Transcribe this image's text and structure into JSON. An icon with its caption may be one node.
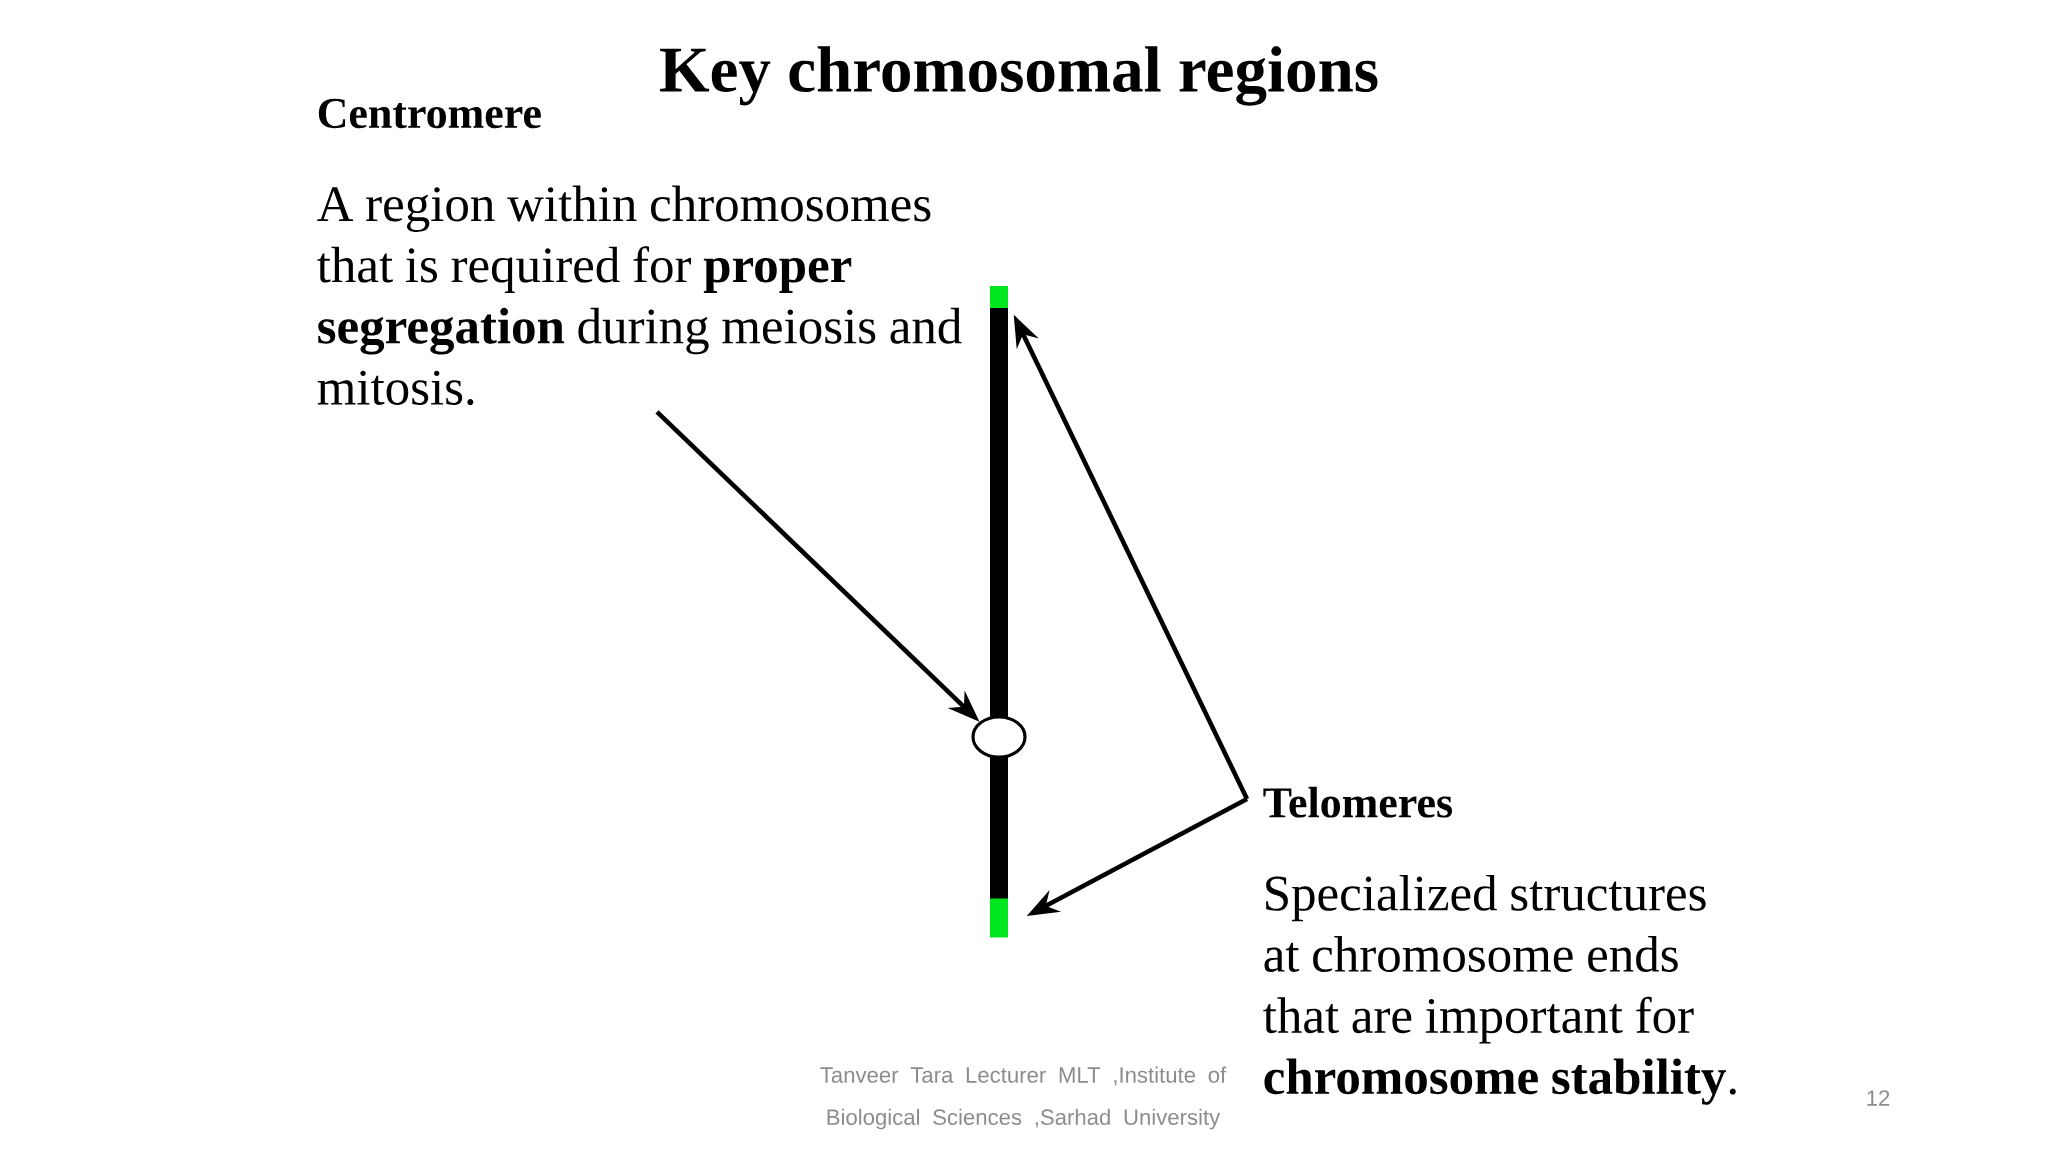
{
  "diagram": {
    "title": "Key chromosomal regions",
    "nodes": [
      {
        "text": [
          "Centromere",
          "A region within chromosomes that is required for **proper segregation** during meiosis and mitosis."
        ]
      },
      {
        "text": [],
        "shape": "circle"
      },
      {
        "text": [],
        "shape": "bar"
      },
      {
        "text": [],
        "shape": "bar"
      },
      {
        "text": [
          "Telomeres",
          "Specialized structures at chromosome ends that are important for **chromosome stability**."
        ]
      }
    ],
    "edges": [
      {
        "from": 0,
        "to": 1,
        "arrow": "to"
      },
      {
        "from": 4,
        "to": 2,
        "arrow": "to"
      },
      {
        "from": 4,
        "to": 3,
        "arrow": "to"
      }
    ],
    "labels": [
      "Tanveer Tara Lecturer MLT ,Institute of Biological Sciences ,Sarhad University",
      "12"
    ]
  }
}
